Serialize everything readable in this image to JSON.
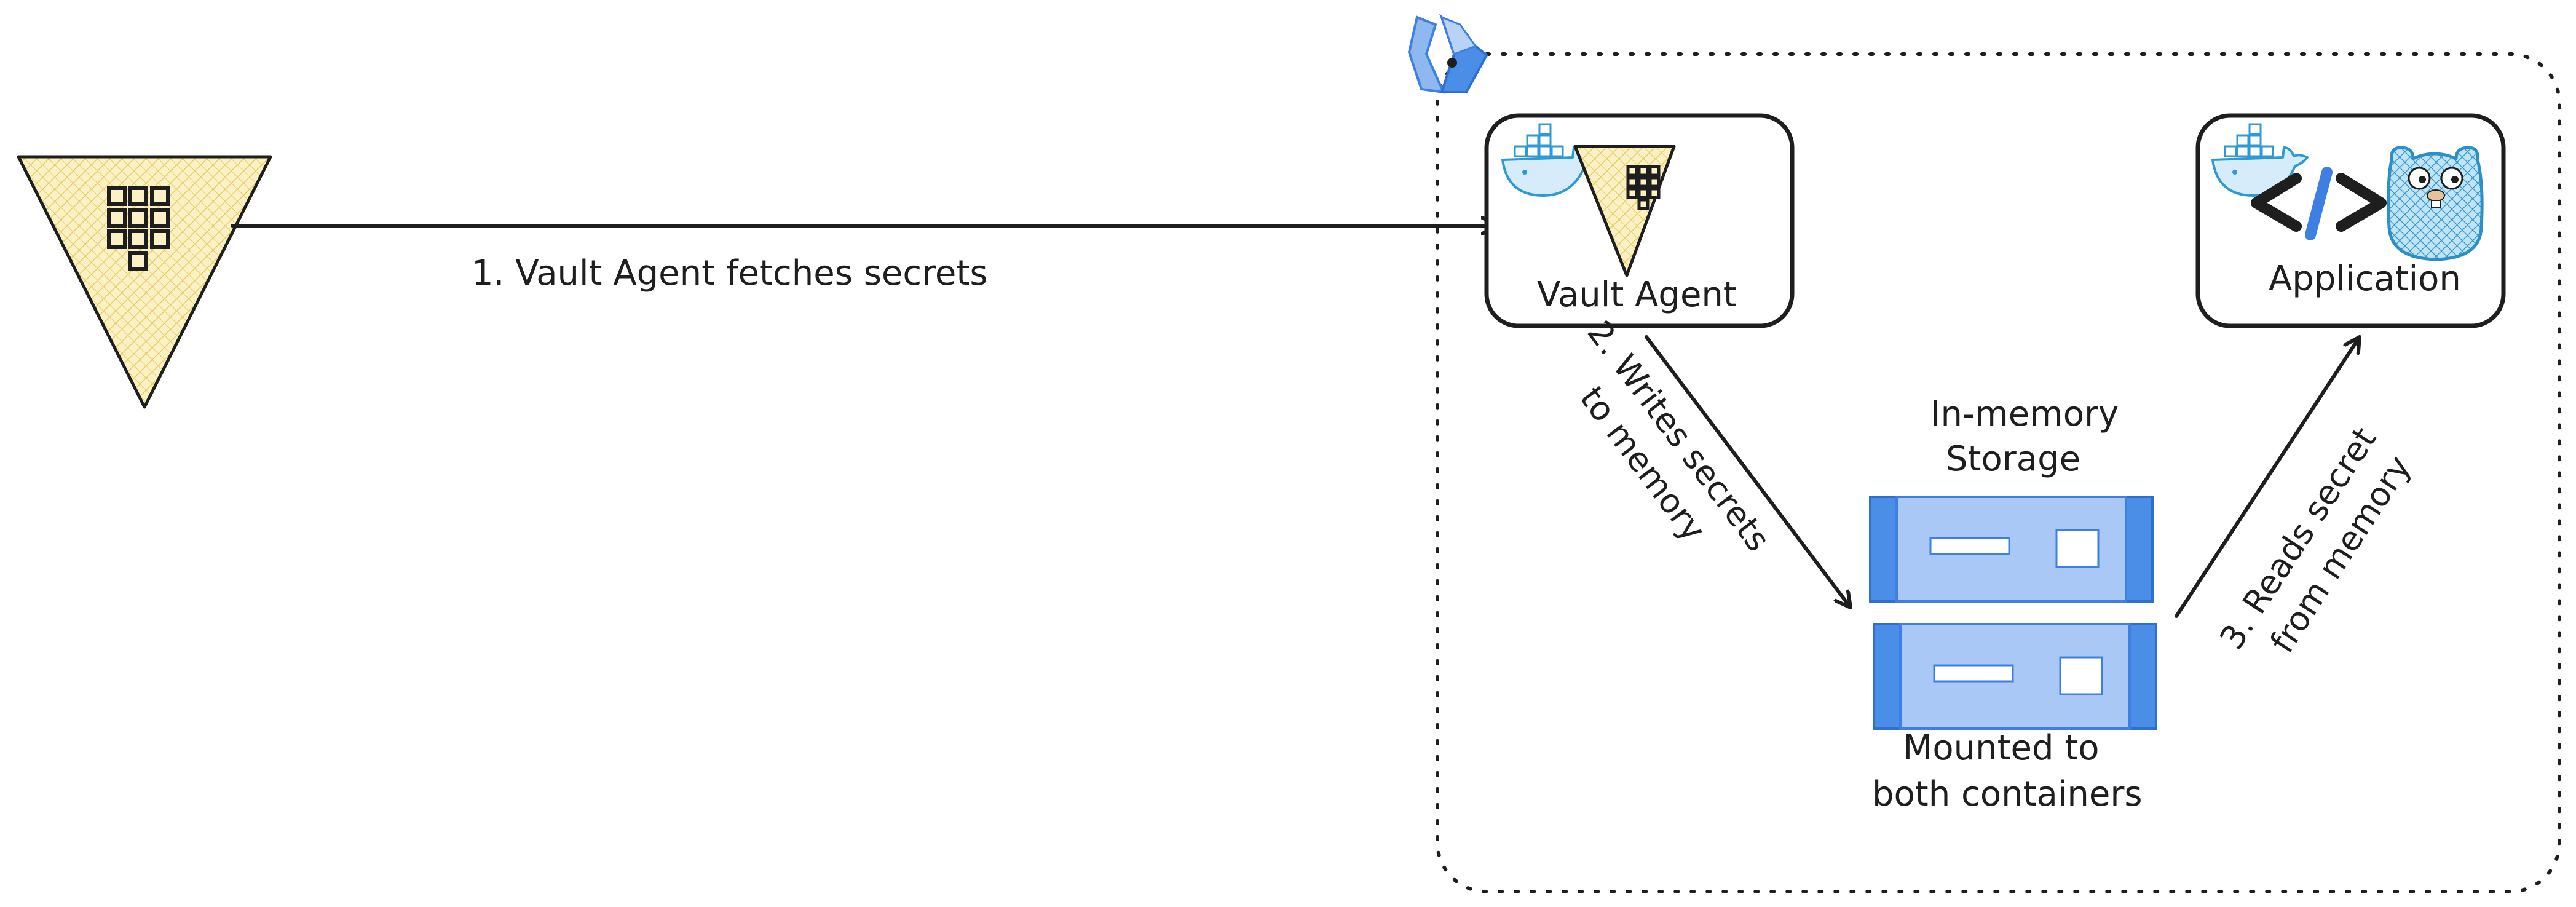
{
  "labels": {
    "step1": "1. Vault Agent fetches secrets",
    "vault_agent": "Vault Agent",
    "application": "Application",
    "step2_line1": "2. Writes secrets",
    "step2_line2": "to memory",
    "storage_line1": "In-memory",
    "storage_line2": "Storage",
    "mounted_line1": "Mounted to",
    "mounted_line2": "both containers",
    "step3_line1": "3. Reads secret",
    "step3_line2": "from memory",
    "code_symbol": "</>"
  },
  "icons": {
    "vault": "vault-triangle-icon",
    "docker": "docker-whale-icon",
    "gopher": "go-gopher-icon",
    "kubernetes_pod": "gke-pod-icon",
    "storage": "server-storage-icon"
  },
  "colors": {
    "vault_fill": "#fbf1c4",
    "vault_hatch": "#e8cc63",
    "stroke": "#1e1e1e",
    "storage_fill": "#a9c8f5",
    "storage_side": "#4a8ee8",
    "docker_blue": "#2d9ad6",
    "gopher_blue": "#2c8fc9",
    "code_blue": "#3d7fe3"
  }
}
